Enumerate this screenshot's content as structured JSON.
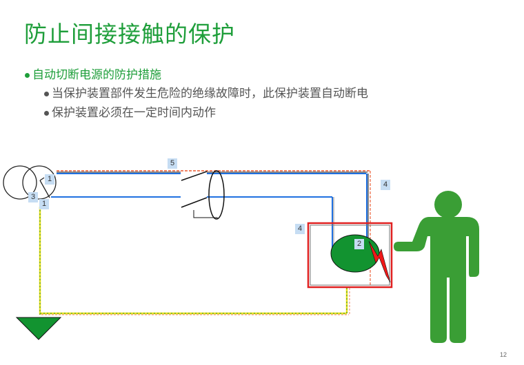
{
  "slide": {
    "title": "防止间接接触的保护",
    "page_number": "12"
  },
  "bullets": {
    "level1": "自动切断电源的防护措施",
    "level2": [
      "当保护装置部件发生危险的绝缘故障时，此保护装置自动断电",
      "保护装置必须在一定时间内动作"
    ]
  },
  "diagram": {
    "labels": {
      "transformer_top": "1",
      "transformer_bottom": "1",
      "transformer_neutral": "3",
      "line_top": "5",
      "enclosure_right": "4",
      "enclosure_left": "4",
      "fault_point": "2"
    },
    "icons": {
      "transformer": "transformer-icon",
      "switch": "circuit-breaker-icon",
      "ground": "ground-icon",
      "person": "person-icon",
      "fault": "lightning-bolt-icon",
      "equipment": "equipment-enclosure-icon"
    },
    "colors": {
      "accent_green": "#1e9e3a",
      "phase_line": "#1e6fe0",
      "protective_earth": "#e8e020",
      "enclosure": "#e02020",
      "person": "#3a9e35",
      "label_bg": "#c6ddf3"
    }
  }
}
